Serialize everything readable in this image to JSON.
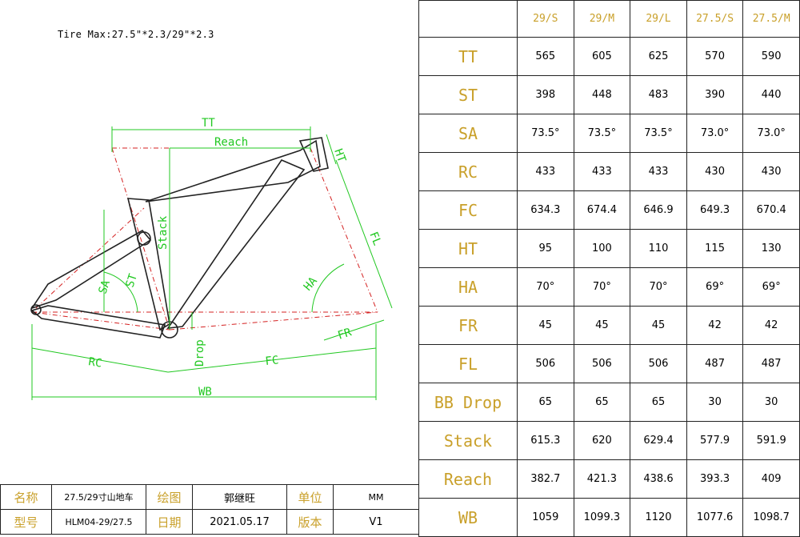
{
  "tire_max": "Tire Max:27.5\"*2.3/29\"*2.3",
  "diagram": {
    "labels": {
      "tt": "TT",
      "reach": "Reach",
      "ht": "HT",
      "stack": "Stack",
      "fl": "FL",
      "sa": "SA",
      "st": "ST",
      "ha": "HA",
      "fr": "FR",
      "drop": "Drop",
      "rc": "RC",
      "fc": "FC",
      "wb": "WB"
    },
    "colors": {
      "dimension": "#21c821",
      "centerline": "#d42020",
      "frame": "#222222"
    }
  },
  "table": {
    "sizes": [
      "29/S",
      "29/M",
      "29/L",
      "27.5/S",
      "27.5/M"
    ],
    "rows": [
      {
        "label": "TT",
        "values": [
          "565",
          "605",
          "625",
          "570",
          "590"
        ]
      },
      {
        "label": "ST",
        "values": [
          "398",
          "448",
          "483",
          "390",
          "440"
        ]
      },
      {
        "label": "SA",
        "values": [
          "73.5°",
          "73.5°",
          "73.5°",
          "73.0°",
          "73.0°"
        ]
      },
      {
        "label": "RC",
        "values": [
          "433",
          "433",
          "433",
          "430",
          "430"
        ]
      },
      {
        "label": "FC",
        "values": [
          "634.3",
          "674.4",
          "646.9",
          "649.3",
          "670.4"
        ]
      },
      {
        "label": "HT",
        "values": [
          "95",
          "100",
          "110",
          "115",
          "130"
        ]
      },
      {
        "label": "HA",
        "values": [
          "70°",
          "70°",
          "70°",
          "69°",
          "69°"
        ]
      },
      {
        "label": "FR",
        "values": [
          "45",
          "45",
          "45",
          "42",
          "42"
        ]
      },
      {
        "label": "FL",
        "values": [
          "506",
          "506",
          "506",
          "487",
          "487"
        ]
      },
      {
        "label": "BB Drop",
        "values": [
          "65",
          "65",
          "65",
          "30",
          "30"
        ]
      },
      {
        "label": "Stack",
        "values": [
          "615.3",
          "620",
          "629.4",
          "577.9",
          "591.9"
        ]
      },
      {
        "label": "Reach",
        "values": [
          "382.7",
          "421.3",
          "438.6",
          "393.3",
          "409"
        ]
      },
      {
        "label": "WB",
        "values": [
          "1059",
          "1099.3",
          "1120",
          "1077.6",
          "1098.7"
        ]
      }
    ],
    "colors": {
      "label": "#c9a02a",
      "border": "#222222"
    }
  },
  "info": {
    "name_label": "名称",
    "name_value": "27.5/29寸山地车",
    "drawing_label": "绘图",
    "drawing_value": "郭继旺",
    "unit_label": "单位",
    "unit_value": "MM",
    "model_label": "型号",
    "model_value": "HLM04-29/27.5",
    "date_label": "日期",
    "date_value": "2021.05.17",
    "version_label": "版本",
    "version_value": "V1"
  }
}
